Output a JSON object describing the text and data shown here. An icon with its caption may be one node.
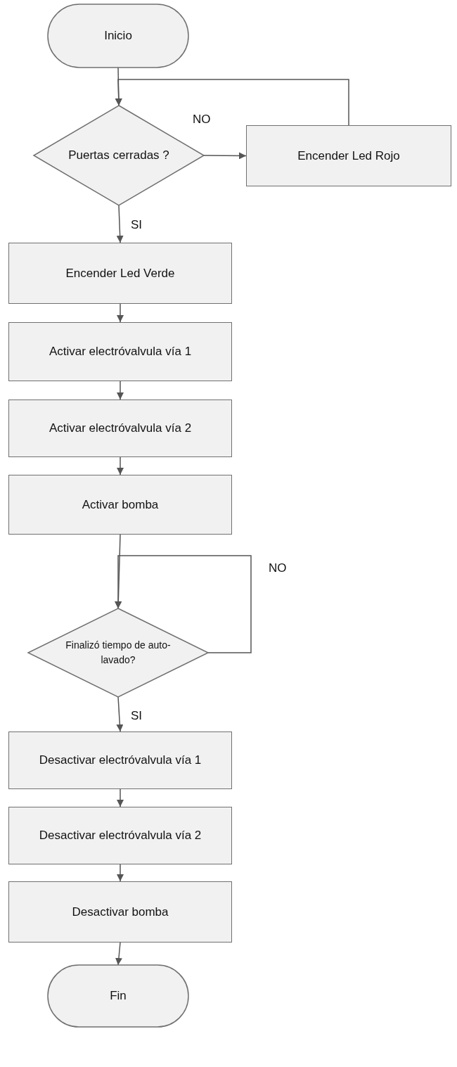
{
  "diagram": {
    "nodes": [
      {
        "text": [
          "Inicio"
        ]
      },
      {
        "text": [
          "Puertas cerradas ?"
        ]
      },
      {
        "text": [
          "Encender Led Rojo"
        ]
      },
      {
        "text": [
          "Encender Led Verde"
        ]
      },
      {
        "text": [
          "Activar electróvalvula vía 1"
        ]
      },
      {
        "text": [
          "Activar electróvalvula vía 2"
        ]
      },
      {
        "text": [
          "Activar bomba"
        ]
      },
      {
        "text": [
          "Finalizó tiempo de auto-lavado?"
        ]
      },
      {
        "text": [
          "Desactivar electróvalvula vía 1"
        ]
      },
      {
        "text": [
          "Desactivar electróvalvula vía 2"
        ]
      },
      {
        "text": [
          "Desactivar bomba"
        ]
      },
      {
        "text": [
          "Fin"
        ]
      }
    ],
    "edges": [
      {
        "from": 0,
        "to": 1,
        "arrow": "to"
      },
      {
        "from": 1,
        "to": 2,
        "arrow": "to",
        "label": "NO"
      },
      {
        "from": 2,
        "to": 1,
        "arrow": "to"
      },
      {
        "from": 1,
        "to": 3,
        "arrow": "to",
        "label": "SI"
      },
      {
        "from": 3,
        "to": 4,
        "arrow": "to"
      },
      {
        "from": 4,
        "to": 5,
        "arrow": "to"
      },
      {
        "from": 5,
        "to": 6,
        "arrow": "to"
      },
      {
        "from": 6,
        "to": 7,
        "arrow": "to"
      },
      {
        "from": 7,
        "to": 7,
        "arrow": "to",
        "label": "NO"
      },
      {
        "from": 7,
        "to": 8,
        "arrow": "to",
        "label": "SI"
      },
      {
        "from": 8,
        "to": 9,
        "arrow": "to"
      },
      {
        "from": 9,
        "to": 10,
        "arrow": "to"
      },
      {
        "from": 10,
        "to": 11,
        "arrow": "to"
      }
    ]
  }
}
